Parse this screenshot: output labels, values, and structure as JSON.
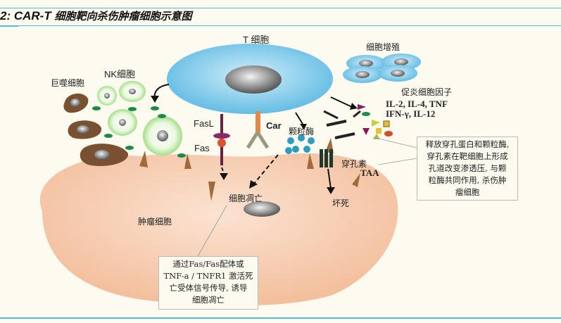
{
  "title": {
    "prefix": "2: CAR-T ",
    "text": "细胞靶向杀伤肿瘤细胞示意图"
  },
  "labels": {
    "t_cell": "T 细胞",
    "proliferation": "细胞增殖",
    "nk_cell": "NK细胞",
    "macrophage": "巨噬细胞",
    "cytokines": "促炎细胞因子",
    "cytokine_list_1": "IL-2, IL-4, TNF",
    "cytokine_list_2": "IFN-γ, IL-12",
    "fasl": "FasL",
    "fas": "Fas",
    "car": "Car",
    "granzyme": "颗粒酶",
    "perforin": "穿孔素",
    "taa": "TAA",
    "apoptosis": "细胞凋亡",
    "necrosis": "坏死",
    "tumor_cell": "肿瘤细胞"
  },
  "callouts": {
    "perforin_box": [
      "释放穿孔蛋白和颗粒酶,",
      "穿孔素在靶细胞上形成",
      "孔道改变渗透压, 与颗",
      "粒酶共同作用, 杀伤肿",
      "瘤细胞"
    ],
    "fas_box": [
      "通过Fas/Fas配体或",
      "TNF-a / TNFR1 激活死",
      "亡受体信号传导, 诱导",
      "细胞凋亡"
    ]
  },
  "colors": {
    "t_cell": "#6ec3e6",
    "tumor": "#f6c9ab",
    "nk": "#a8e08c",
    "macrophage": "#7a5130",
    "accent_line": "#5ab7e0"
  }
}
